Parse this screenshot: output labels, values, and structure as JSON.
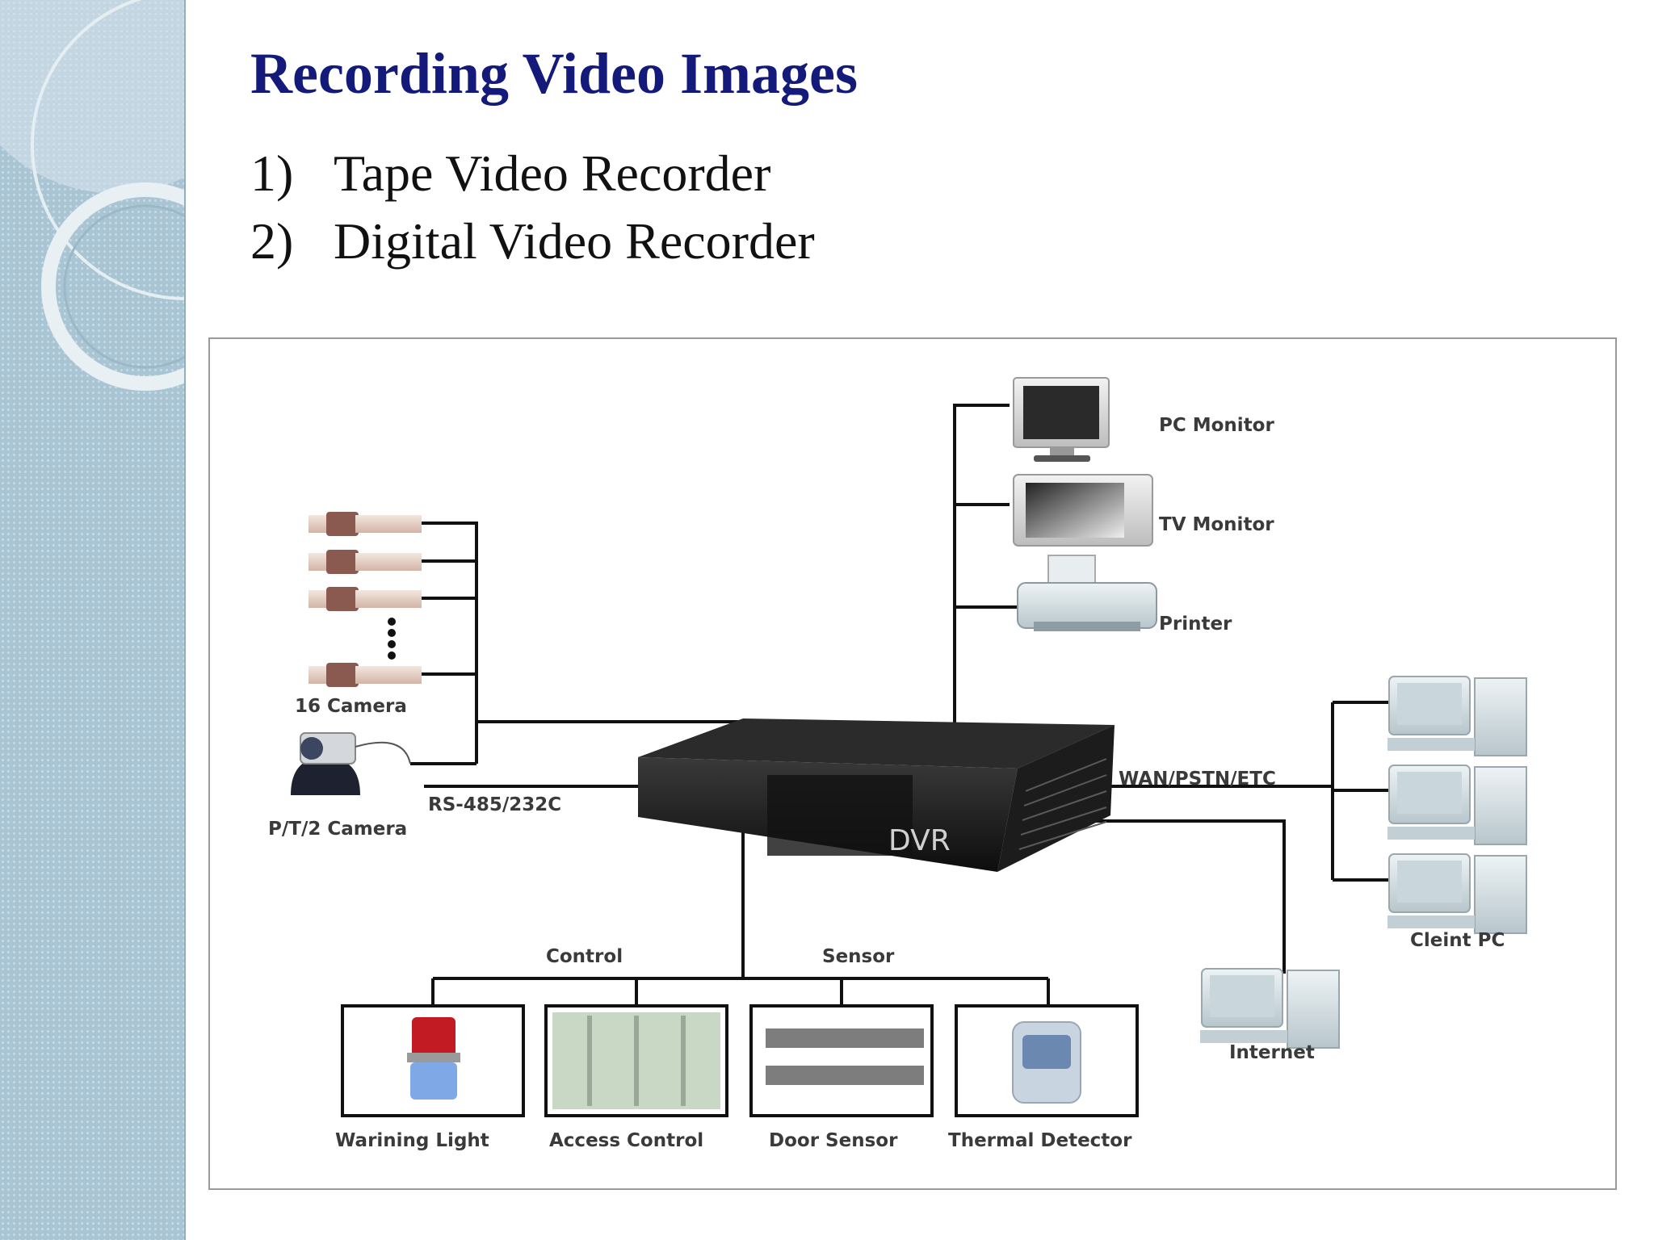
{
  "slide": {
    "title": "Recording Video Images",
    "bullets": [
      {
        "number": "1)",
        "text": "Tape Video Recorder"
      },
      {
        "number": "2)",
        "text": "Digital Video Recorder"
      }
    ]
  },
  "diagram": {
    "center": "DVR",
    "labels": {
      "pc_monitor": "PC Monitor",
      "tv_monitor": "TV Monitor",
      "printer": "Printer",
      "cameras": "16 Camera",
      "ptz_camera": "P/T/2 Camera",
      "rs485": "RS-485/232C",
      "wan": "WAN/PSTN/ETC",
      "client_pc": "Cleint PC",
      "internet": "Internet",
      "control": "Control",
      "sensor": "Sensor",
      "warning_light": "Warining Light",
      "access_control": "Access Control",
      "door_sensor": "Door Sensor",
      "thermal_detector": "Thermal Detector"
    }
  }
}
